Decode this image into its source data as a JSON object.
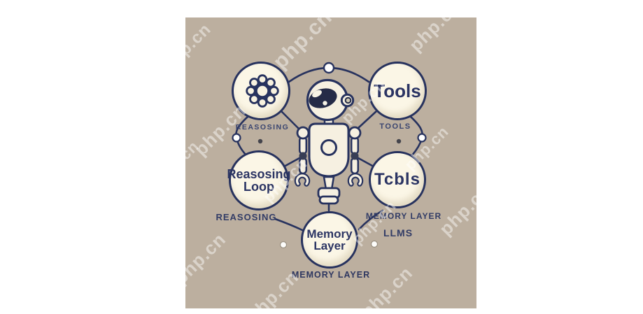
{
  "watermark": {
    "text": "php.cn"
  },
  "circles": {
    "top_left": {
      "icon": "gear-icon",
      "label_below": "REASOSING"
    },
    "top_right": {
      "text": "Tools",
      "label_below": "TOOLS"
    },
    "mid_left": {
      "line1": "Reasosing",
      "line2": "Loop",
      "label_below": "REASOSING"
    },
    "mid_right": {
      "text": "Tcbls",
      "label_below": "MEMORY LAYER",
      "label_below_2": "LLMS"
    },
    "bottom": {
      "line1": "Memory",
      "line2": "Layer",
      "label_below": "MEMORY LAYER"
    }
  },
  "figure": {
    "center": "robot"
  },
  "colors": {
    "canvas_background": "#ffffff",
    "image_background": "#bcaf9f",
    "circle_fill": "#f8f2e0",
    "outline_navy": "#27325e",
    "text_navy": "#2b3463",
    "visor_dark": "#252b47",
    "watermark_white": "rgba(255,255,255,0.45)"
  }
}
